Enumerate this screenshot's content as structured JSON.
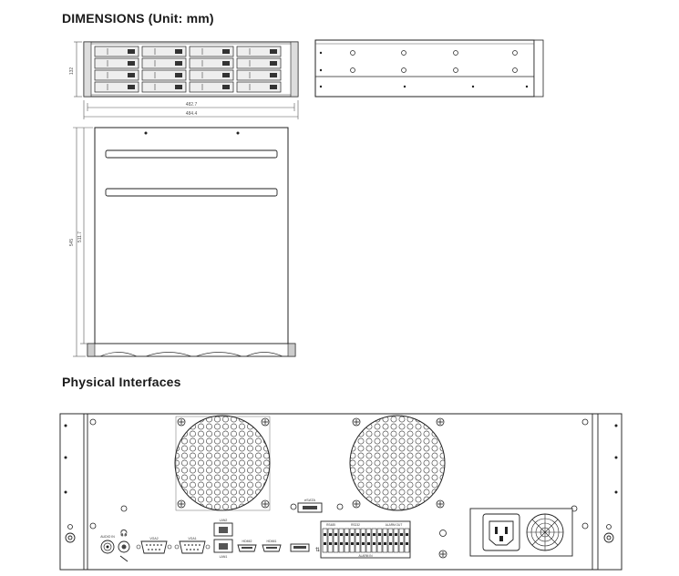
{
  "dimensions": {
    "title": "DIMENSIONS  (Unit: mm)",
    "front_height_label": "132",
    "front_inner_width_label": "482.7",
    "front_outer_width_label": "484.4",
    "top_depth_label_1": "545",
    "top_depth_label_2": "511.7"
  },
  "interfaces": {
    "title": "Physical Interfaces",
    "audio_in": "AUDIO IN",
    "vga2": "VGA2",
    "vga1": "VGA1",
    "lan2": "LAN2",
    "lan1": "LAN1",
    "hdmi2": "HDMI2",
    "hdmi1": "HDMI1",
    "esata": "eSATA",
    "rs485": "RS485",
    "rs232": "RS232",
    "alarm_out": "ALARM OUT",
    "alarm_in": "ALARM IN"
  }
}
